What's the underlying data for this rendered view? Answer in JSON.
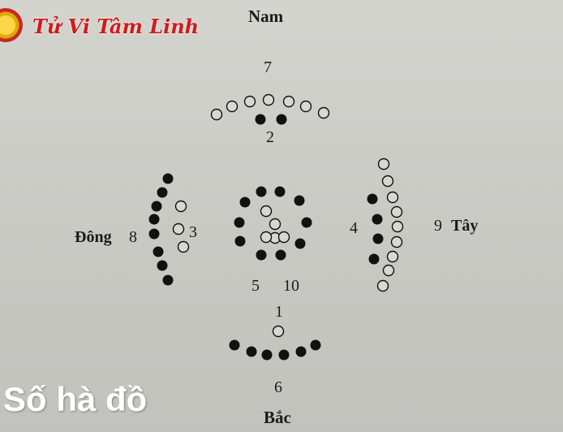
{
  "logo": {
    "text": "Tử Vi Tâm Linh",
    "icon": "lotus-icon"
  },
  "caption": "Số hà đồ",
  "directions": {
    "south": "Nam",
    "north": "Bắc",
    "east": "Đông",
    "west": "Tây"
  },
  "numbers": {
    "n1": "1",
    "n2": "2",
    "n3": "3",
    "n4": "4",
    "n6": "6",
    "n7": "7",
    "n8": "8",
    "n9": "9",
    "n5": "5",
    "n10": "10"
  },
  "groups": [
    {
      "id": "top-7",
      "count": 7,
      "type": "open"
    },
    {
      "id": "top-2",
      "count": 2,
      "type": "filled"
    },
    {
      "id": "left-8",
      "count": 8,
      "type": "filled"
    },
    {
      "id": "left-3",
      "count": 3,
      "type": "open"
    },
    {
      "id": "center-5",
      "count": 5,
      "type": "open"
    },
    {
      "id": "center-10",
      "count": 10,
      "type": "filled"
    },
    {
      "id": "right-4",
      "count": 4,
      "type": "filled"
    },
    {
      "id": "right-9",
      "count": 9,
      "type": "open"
    },
    {
      "id": "bottom-1",
      "count": 1,
      "type": "open"
    },
    {
      "id": "bottom-6",
      "count": 6,
      "type": "filled"
    }
  ]
}
